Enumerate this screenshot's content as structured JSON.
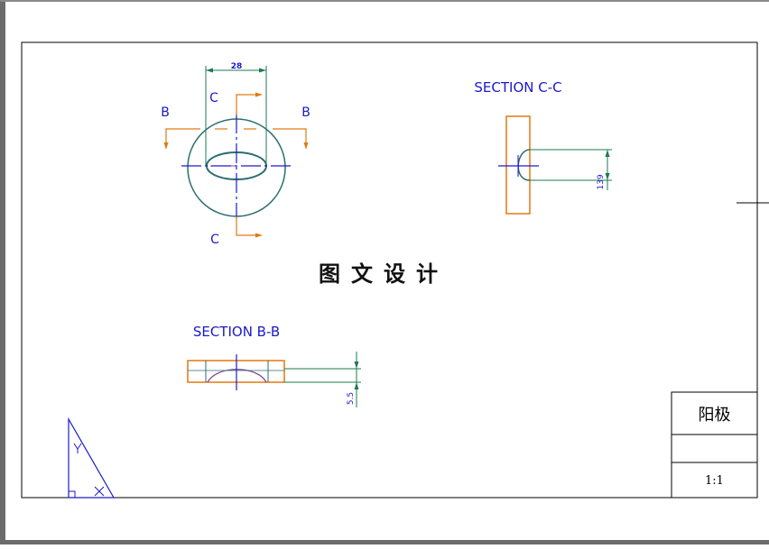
{
  "drawing": {
    "section_c_title": "SECTION C-C",
    "section_b_title": "SECTION B-B",
    "label_b_left": "B",
    "label_b_right": "B",
    "label_c_top": "C",
    "label_c_bottom": "C",
    "dim_width": "28",
    "dim_c_section": "139",
    "dim_b_section": "5.5",
    "watermark": "图文设计"
  },
  "title_block": {
    "part_name": "阳极",
    "scale": "1:1"
  },
  "colors": {
    "frame": "#000000",
    "centerline": "#1a1acc",
    "orange": "#e07a10",
    "green": "#1e7a50",
    "teal": "#2e6e70",
    "text_blue": "#1a1acc",
    "background_margin": "#6b6b6b"
  }
}
